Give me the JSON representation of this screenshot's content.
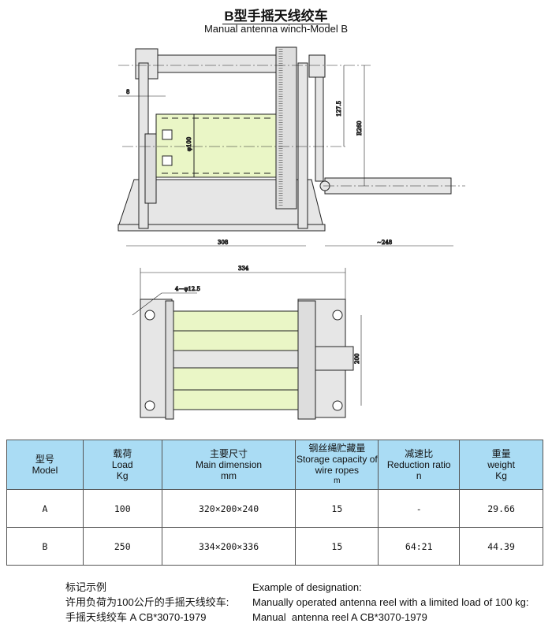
{
  "header": {
    "title": "B型手摇天线绞车",
    "subtitle": "Manual antenna winch-Model B"
  },
  "drawing": {
    "front_view": {
      "dim_8": "8",
      "dim_drum_dia": "φ100",
      "dim_127": "127.5",
      "dim_r260": "R260",
      "dim_308": "308",
      "dim_248": "~248"
    },
    "top_view": {
      "dim_334": "334",
      "dim_holes": "4－φ12.5",
      "dim_200": "200"
    },
    "colors": {
      "drum": "#eaf6c6",
      "body": "#e6e6e6",
      "line": "#222222"
    }
  },
  "table": {
    "headers": [
      {
        "cn": "型号",
        "en": "Model",
        "unit": ""
      },
      {
        "cn": "载荷",
        "en": "Load",
        "unit": "Kg"
      },
      {
        "cn": "主要尺寸",
        "en": "Main dimension",
        "unit": "mm"
      },
      {
        "cn": "钢丝绳贮藏量",
        "en": "Storage capacity of wire ropes",
        "unit": "m"
      },
      {
        "cn": "减速比",
        "en": "Reduction ratio",
        "unit": "n"
      },
      {
        "cn": "重量",
        "en": "weight",
        "unit": "Kg"
      }
    ],
    "rows": [
      [
        "A",
        "100",
        "320×200×240",
        "15",
        "-",
        "29.66"
      ],
      [
        "B",
        "250",
        "334×200×336",
        "15",
        "64:21",
        "44.39"
      ]
    ],
    "header_color": "#aadcf4"
  },
  "notes": {
    "cn": [
      "标记示例",
      "许用负荷为100公斤的手摇天线绞车:",
      "手摇天线绞车 A CB*3070-1979"
    ],
    "en": [
      "Example of designation:",
      "Manually operated antenna reel with a limited load of 100 kg:",
      "Manual  antenna reel A CB*3070-1979"
    ]
  }
}
